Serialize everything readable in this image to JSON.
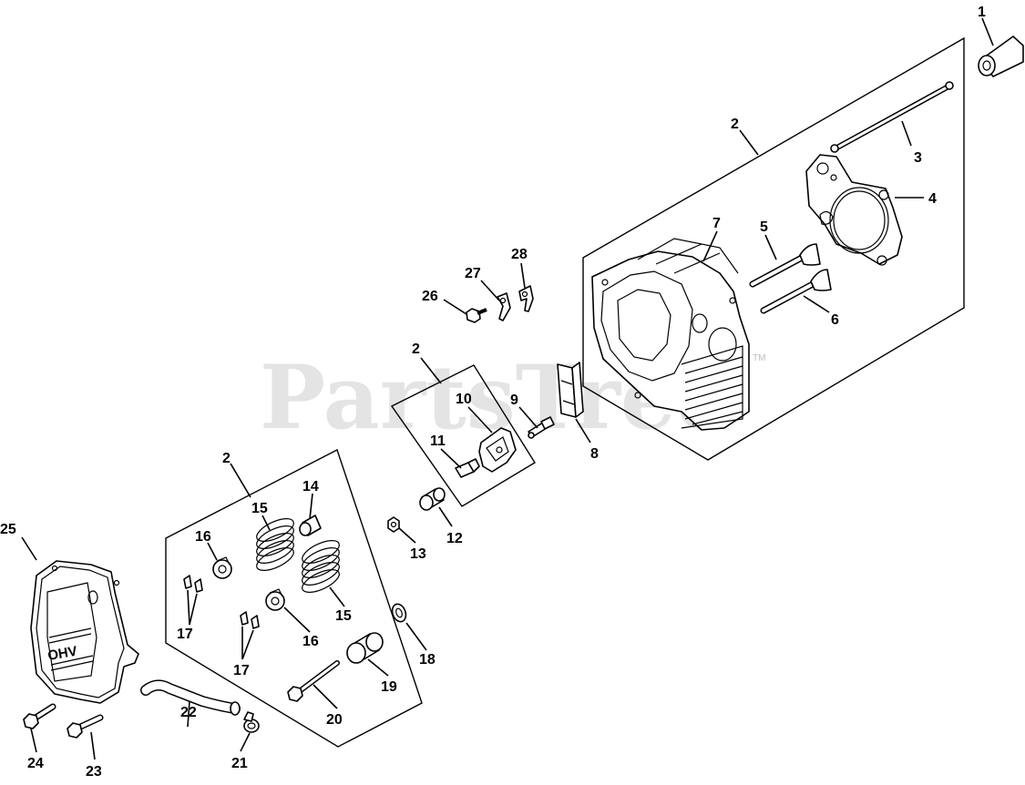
{
  "watermark": {
    "text": "PartsTree",
    "trademark": "TM"
  },
  "cover_label": "OHV",
  "colors": {
    "line": "#000000",
    "watermark": "#cfcfcf",
    "background": "#ffffff"
  },
  "callouts": {
    "c1": "1",
    "c2a": "2",
    "c3": "3",
    "c4": "4",
    "c5": "5",
    "c6": "6",
    "c7": "7",
    "c8": "8",
    "c9": "9",
    "c10": "10",
    "c11": "11",
    "c2b": "2",
    "c12": "12",
    "c13": "13",
    "c26": "26",
    "c27": "27",
    "c28": "28",
    "c2c": "2",
    "c14": "14",
    "c15a": "15",
    "c15b": "15",
    "c16a": "16",
    "c16b": "16",
    "c17a": "17",
    "c17b": "17",
    "c18": "18",
    "c19": "19",
    "c20": "20",
    "c21": "21",
    "c22": "22",
    "c23": "23",
    "c24": "24",
    "c25": "25"
  }
}
